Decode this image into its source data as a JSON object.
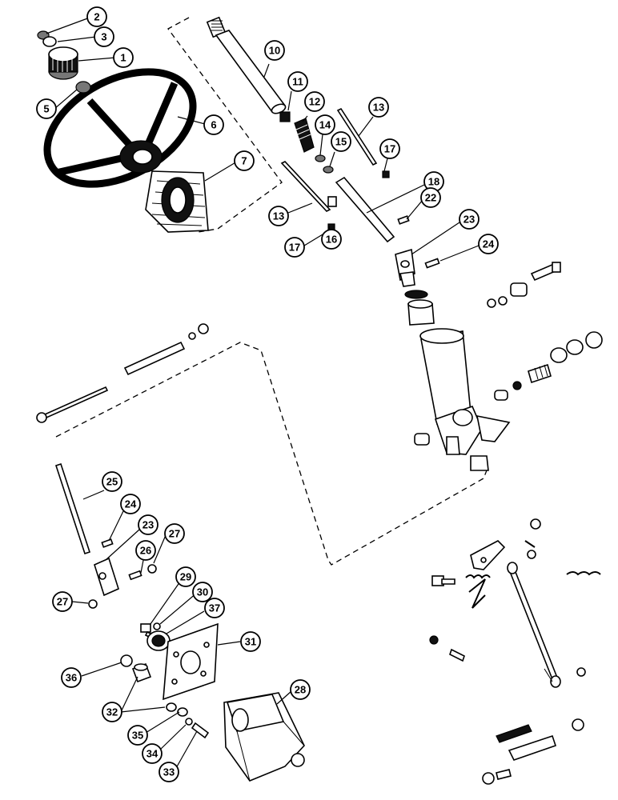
{
  "callouts": {
    "c1": "1",
    "c2": "2",
    "c3": "3",
    "c5": "5",
    "c6": "6",
    "c7": "7",
    "c10": "10",
    "c11": "11",
    "c12": "12",
    "c13a": "13",
    "c13b": "13",
    "c14": "14",
    "c15": "15",
    "c16": "16",
    "c17a": "17",
    "c17b": "17",
    "c18": "18",
    "c22": "22",
    "c23a": "23",
    "c23b": "23",
    "c24a": "24",
    "c24b": "24",
    "c25": "25",
    "c26": "26",
    "c27a": "27",
    "c27b": "27",
    "c28": "28",
    "c29": "29",
    "c30": "30",
    "c31": "31",
    "c32": "32",
    "c33": "33",
    "c34": "34",
    "c35": "35",
    "c36": "36",
    "c37": "37"
  }
}
